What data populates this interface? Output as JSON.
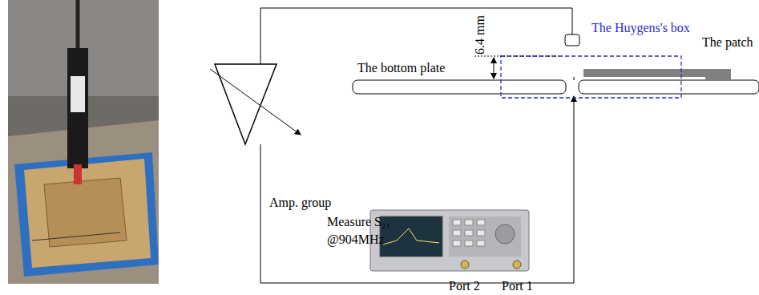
{
  "diagram": {
    "labels": [
      "6.4 mm",
      "The Huygens's box",
      "The bottom plate",
      "The patch",
      "Amp. group",
      "Measure S₂₁",
      "@904MHz",
      "Port 2",
      "Port 1"
    ]
  }
}
